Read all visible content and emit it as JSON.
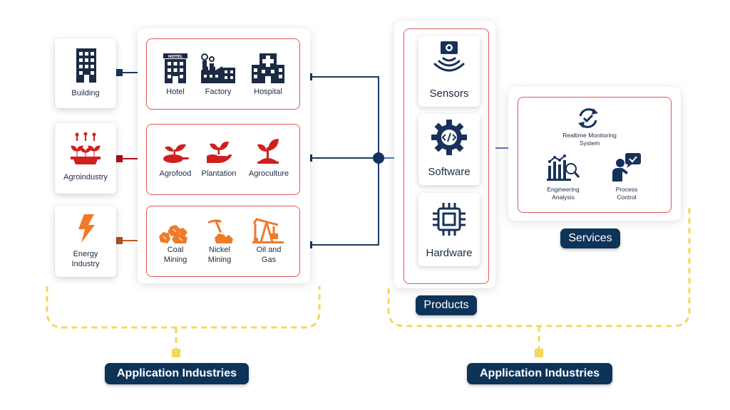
{
  "industries": [
    {
      "label": "Building",
      "icon": "office-building-icon"
    },
    {
      "label": "Agroindustry",
      "icon": "plants-icon"
    },
    {
      "label": "Energy\nIndustry",
      "icon": "lightning-bolt-icon"
    }
  ],
  "sub_industries": [
    [
      {
        "label": "Hotel",
        "icon": "hotel-icon"
      },
      {
        "label": "Factory",
        "icon": "factory-icon"
      },
      {
        "label": "Hospital",
        "icon": "hospital-icon"
      }
    ],
    [
      {
        "label": "Agrofood",
        "icon": "sprout-spoon-icon"
      },
      {
        "label": "Plantation",
        "icon": "hand-plant-icon"
      },
      {
        "label": "Agroculture",
        "icon": "seedling-icon"
      }
    ],
    [
      {
        "label": "Coal\nMining",
        "icon": "coal-icon"
      },
      {
        "label": "Nickel\nMining",
        "icon": "pickaxe-ore-icon"
      },
      {
        "label": "Oil and\nGas",
        "icon": "oil-pump-icon"
      }
    ]
  ],
  "products": [
    {
      "label": "Sensors",
      "icon": "sensor-icon"
    },
    {
      "label": "Software",
      "icon": "gear-code-icon"
    },
    {
      "label": "Hardware",
      "icon": "chip-icon"
    }
  ],
  "services": [
    {
      "label": "Realtime Monitoring\nSystem",
      "icon": "sync-check-icon"
    },
    {
      "label": "Engineering\nAnalysis",
      "icon": "analysis-chart-icon"
    },
    {
      "label": "Process\nControl",
      "icon": "person-presenting-icon"
    }
  ],
  "titles": {
    "services": "Services",
    "products": "Products",
    "application_industries_left": "Application Industries",
    "application_industries_right": "Application Industries"
  },
  "colors": {
    "navy": "#1c2a44",
    "building_connector": "#1f3a60",
    "agro_red": "#cf1f1f",
    "energy_orange": "#ef7a2b",
    "box_border": "#e2575b",
    "dashed_yellow": "#f5d75a",
    "pill_bg": "#0e3358"
  }
}
